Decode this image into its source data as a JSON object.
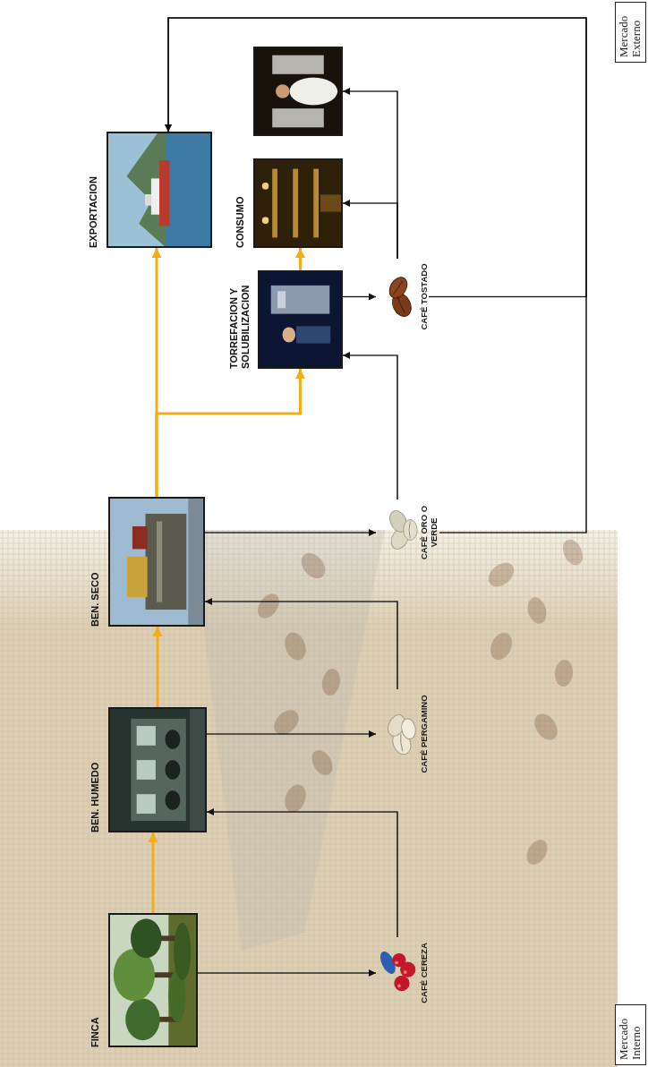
{
  "diagram": {
    "nodes": [
      {
        "text": [
          "FINCA"
        ]
      },
      {
        "text": [
          "BEN. HUMEDO"
        ]
      },
      {
        "text": [
          "BEN. SECO"
        ]
      },
      {
        "text": [
          "TORREFACION Y SOLUBILIZACION"
        ]
      },
      {
        "text": [
          "EXPORTACION"
        ]
      },
      {
        "text": [
          "CONSUMO"
        ]
      },
      {
        "text": [
          "CAFÉ CEREZA"
        ]
      },
      {
        "text": [
          "CAFÉ PERGAMINO"
        ]
      },
      {
        "text": [
          "CAFÉ ORO O VERDE"
        ]
      },
      {
        "text": [
          "CAFÉ TOSTADO"
        ]
      },
      {
        "text": [
          "Mercado Externo"
        ]
      },
      {
        "text": [
          "Mercado Interno"
        ]
      }
    ],
    "edges": [
      {
        "from": 0,
        "to": 1,
        "arrow": "to"
      },
      {
        "from": 1,
        "to": 2,
        "arrow": "to"
      },
      {
        "from": 2,
        "to": 4,
        "arrow": "to"
      },
      {
        "from": 2,
        "to": 3,
        "arrow": "to"
      },
      {
        "from": 3,
        "to": 5,
        "arrow": "to"
      },
      {
        "from": 0,
        "to": 6,
        "arrow": "to"
      },
      {
        "from": 6,
        "to": 1,
        "arrow": "to"
      },
      {
        "from": 1,
        "to": 7,
        "arrow": "to"
      },
      {
        "from": 7,
        "to": 2,
        "arrow": "to"
      },
      {
        "from": 2,
        "to": 8,
        "arrow": "to"
      },
      {
        "from": 8,
        "to": 3,
        "arrow": "to"
      },
      {
        "from": 3,
        "to": 9,
        "arrow": "to"
      },
      {
        "from": 9,
        "to": 5,
        "arrow": "to"
      },
      {
        "from": 8,
        "to": 4,
        "arrow": "to"
      },
      {
        "from": 9,
        "to": 4,
        "arrow": "to"
      }
    ]
  }
}
